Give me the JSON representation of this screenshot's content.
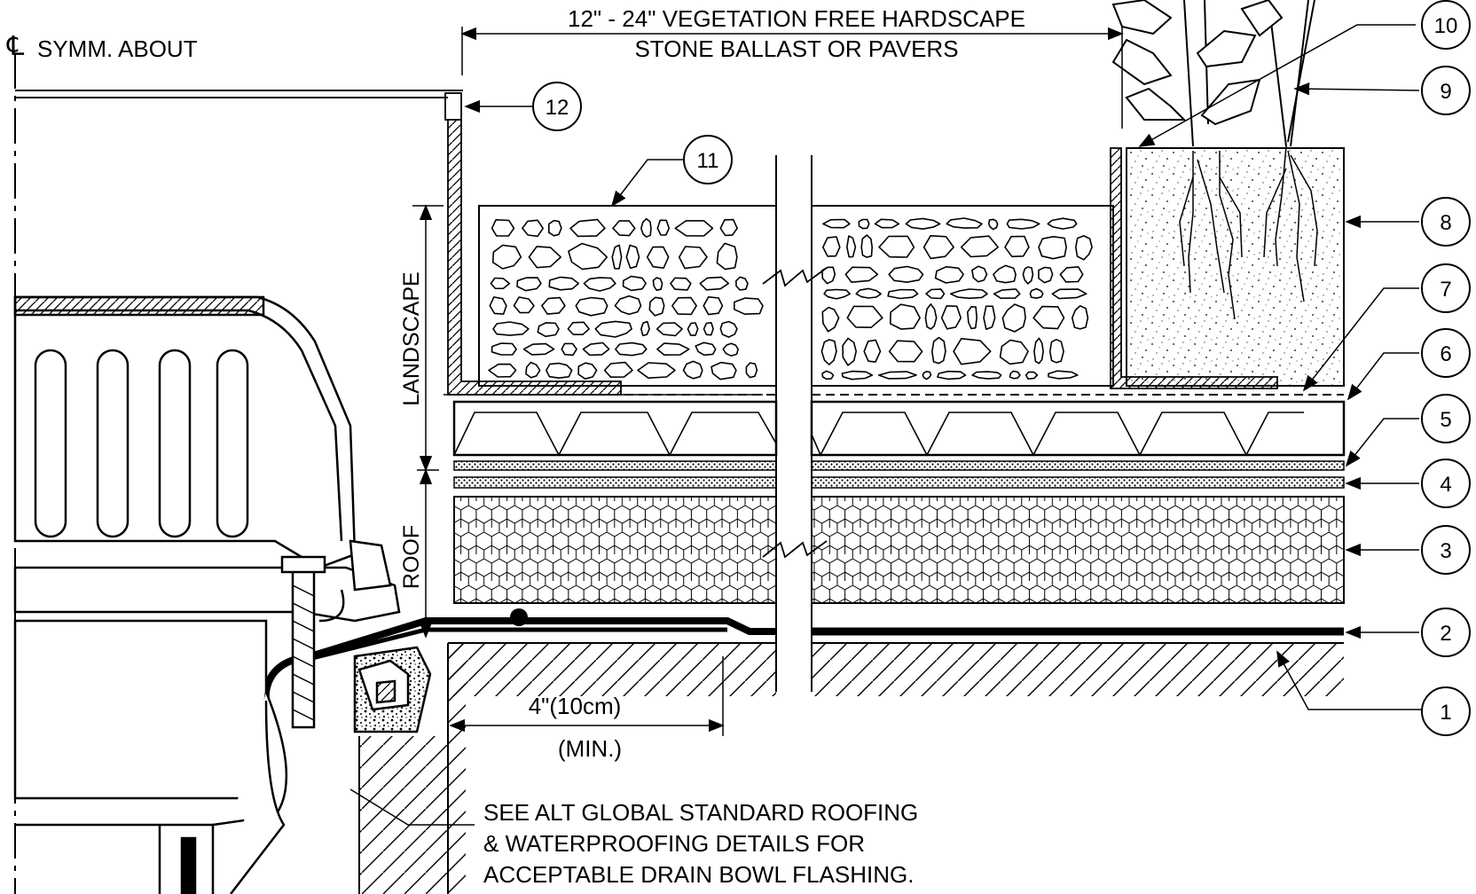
{
  "header": {
    "dimension_line1": "12\" - 24\" VEGETATION FREE HARDSCAPE",
    "dimension_line2": "STONE BALLAST OR PAVERS",
    "symmetry_label": "SYMM. ABOUT",
    "centerline_symbol": "℄"
  },
  "side_labels": {
    "landscape": "LANDSCAPE",
    "roof": "ROOF"
  },
  "dimension": {
    "value": "4\"(10cm)",
    "qualifier": "(MIN.)"
  },
  "note": {
    "line1": "SEE ALT GLOBAL STANDARD ROOFING",
    "line2": "& WATERPROOFING DETAILS FOR",
    "line3": "ACCEPTABLE DRAIN BOWL FLASHING."
  },
  "callouts": [
    {
      "id": "1",
      "label": "1"
    },
    {
      "id": "2",
      "label": "2"
    },
    {
      "id": "3",
      "label": "3"
    },
    {
      "id": "4",
      "label": "4"
    },
    {
      "id": "5",
      "label": "5"
    },
    {
      "id": "6",
      "label": "6"
    },
    {
      "id": "7",
      "label": "7"
    },
    {
      "id": "8",
      "label": "8"
    },
    {
      "id": "9",
      "label": "9"
    },
    {
      "id": "10",
      "label": "10"
    },
    {
      "id": "11",
      "label": "11"
    },
    {
      "id": "12",
      "label": "12"
    }
  ]
}
